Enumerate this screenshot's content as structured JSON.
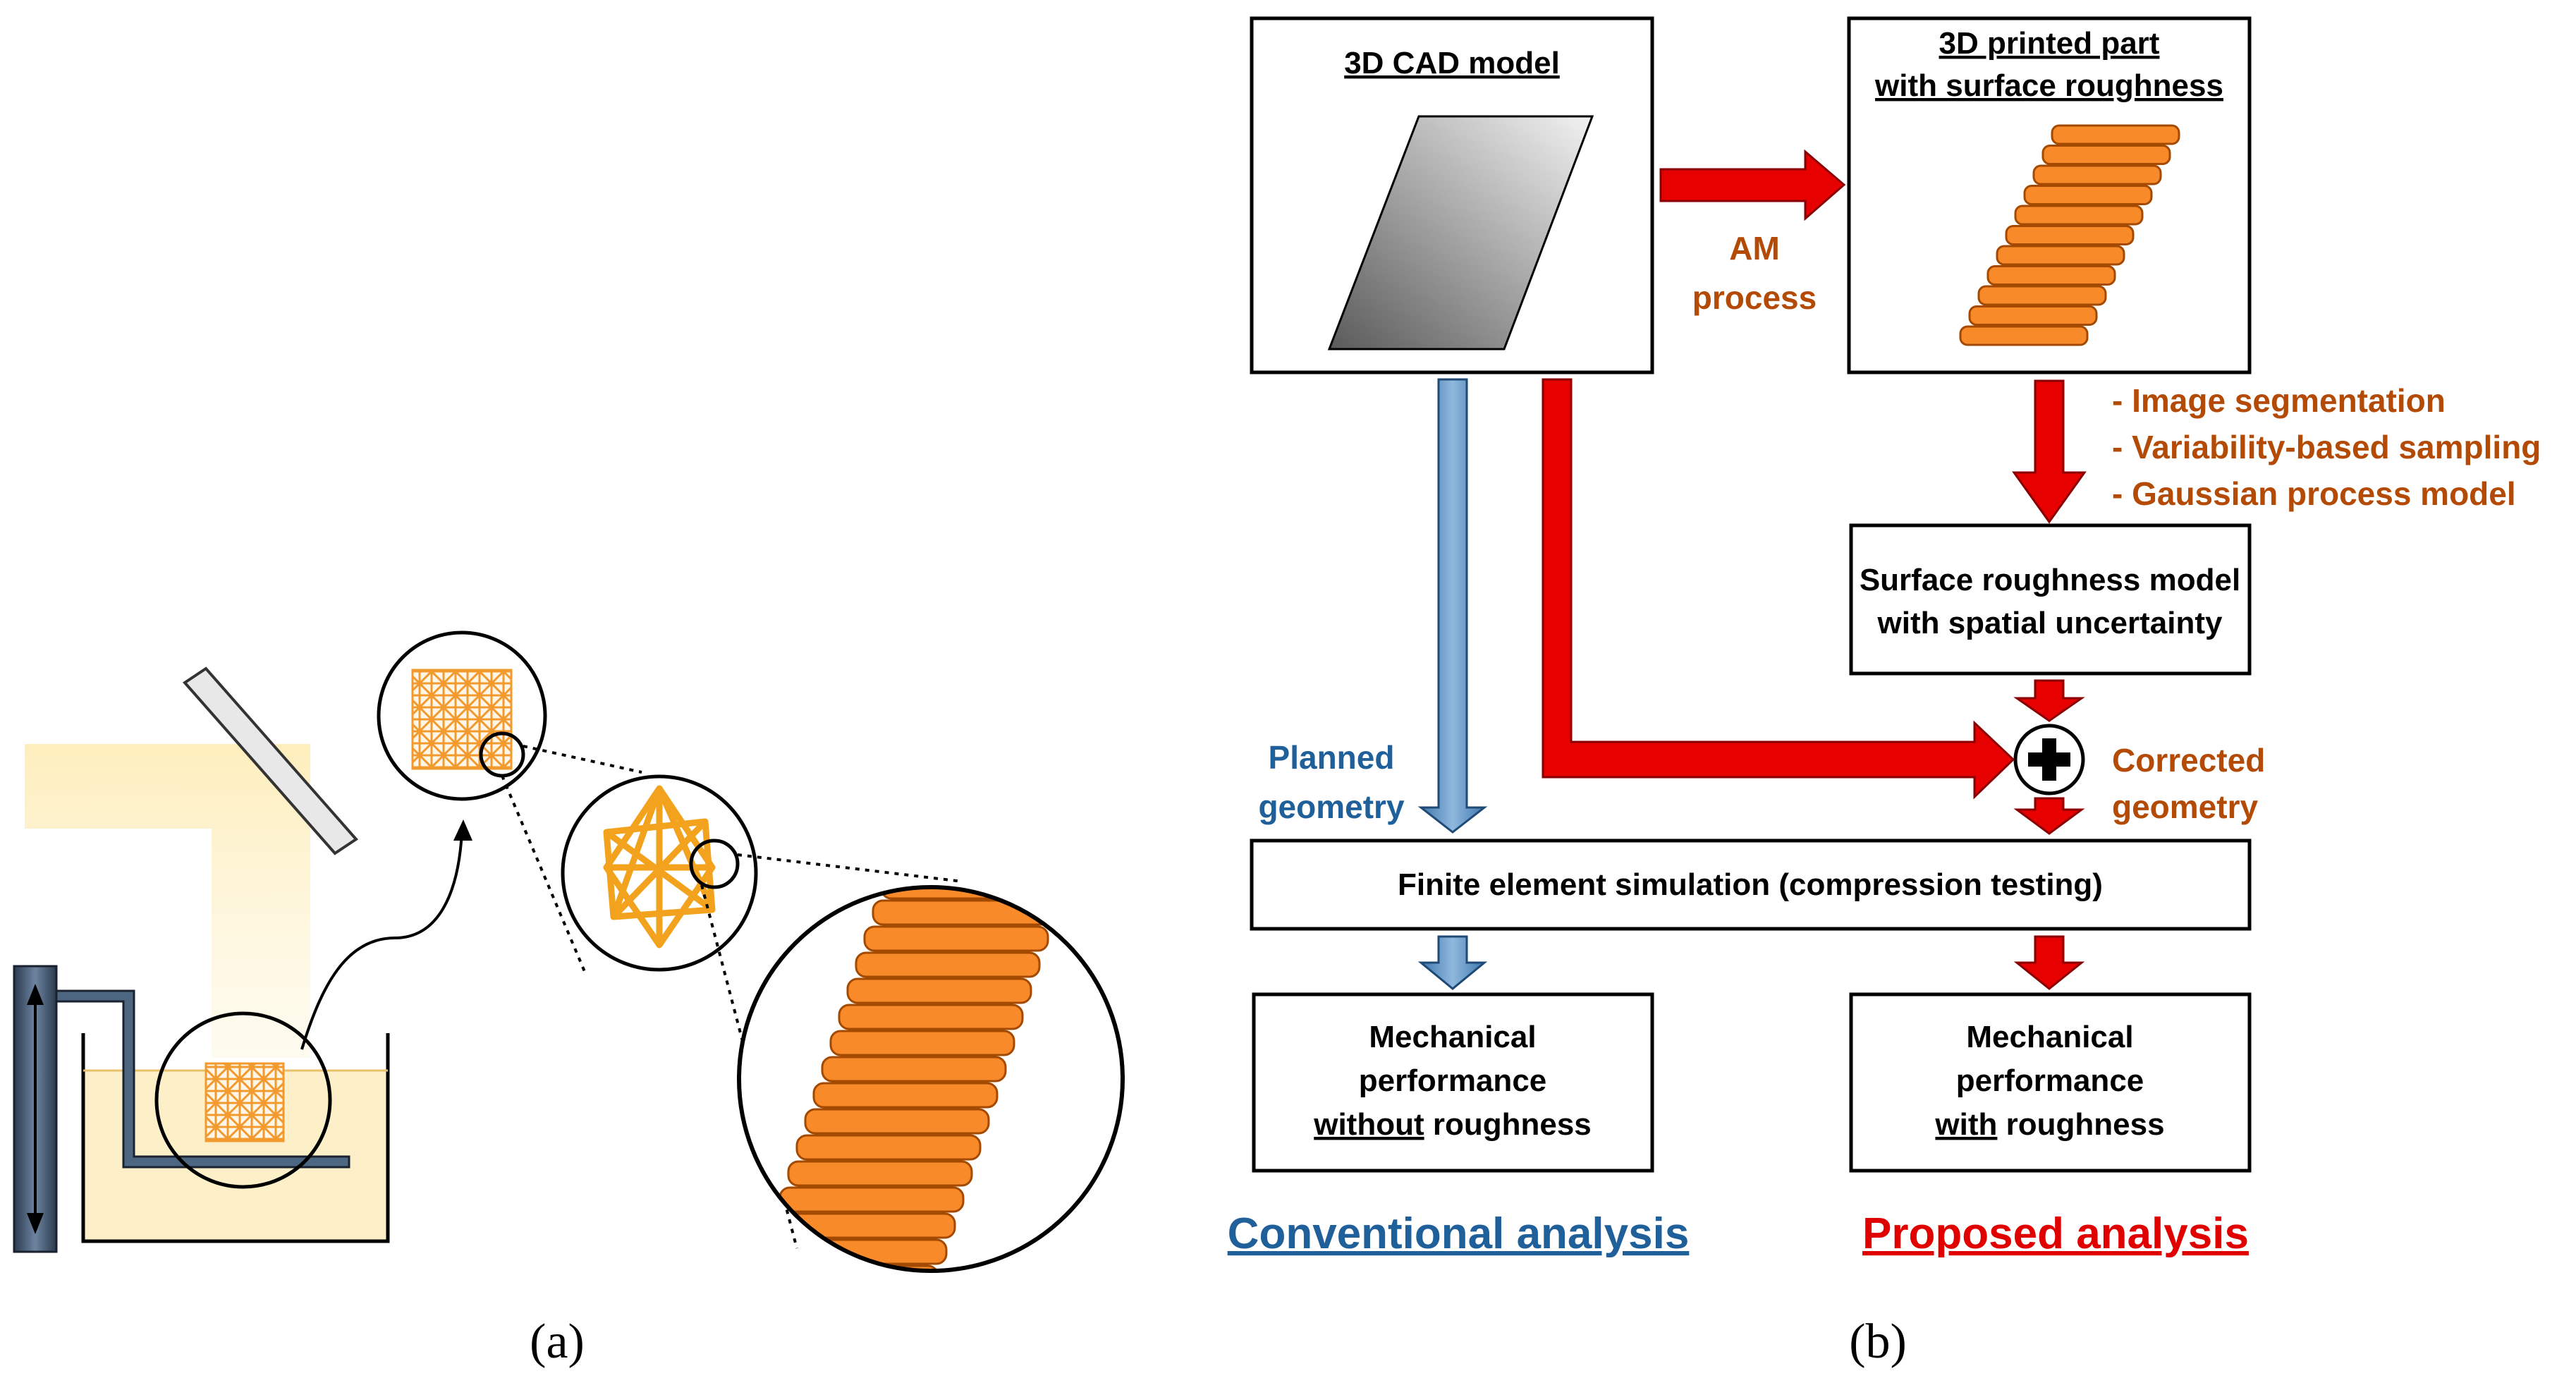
{
  "panels": {
    "a": "(a)",
    "b": "(b)"
  },
  "boxes": {
    "cad": "3D CAD model",
    "printed_line1": "3D printed part",
    "printed_line2": "with surface roughness",
    "srm_line1": "Surface roughness model",
    "srm_line2": "with spatial uncertainty",
    "fea": "Finite element simulation (compression testing)",
    "mp_without_line1": "Mechanical",
    "mp_without_line2": "performance",
    "mp_without_line3a": "without",
    "mp_without_line3b": " roughness",
    "mp_with_line1": "Mechanical",
    "mp_with_line2": "performance",
    "mp_with_line3a": "with",
    "mp_with_line3b": " roughness"
  },
  "labels": {
    "am_line1": "AM",
    "am_line2": "process",
    "steps": [
      "- Image segmentation",
      "- Variability-based sampling",
      "- Gaussian process model"
    ],
    "planned_line1": "Planned",
    "planned_line2": "geometry",
    "corrected_line1": "Corrected",
    "corrected_line2": "geometry",
    "conventional": "Conventional analysis",
    "proposed": "Proposed analysis"
  },
  "colors": {
    "red_arrow": "#e60000",
    "blue_arrow": "#5b8fc0",
    "orange_fill": "#f98a2a",
    "orange_text": "#b34a05",
    "blue_text": "#1f5f9a",
    "red_text": "#e00000"
  }
}
